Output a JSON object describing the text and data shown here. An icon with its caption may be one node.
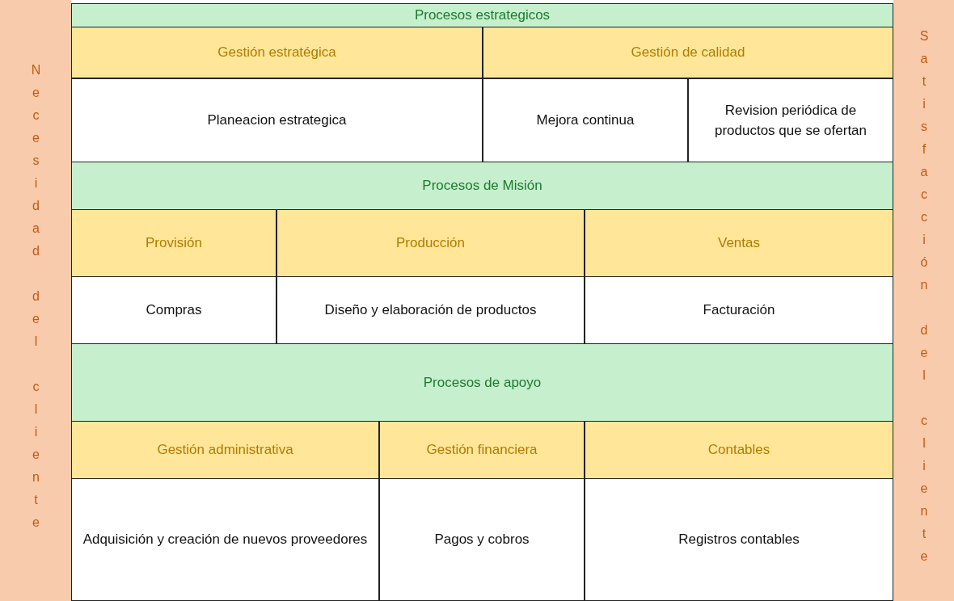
{
  "diagram": {
    "nodes": [
      {
        "text": [
          "Necesidad del cliente"
        ]
      },
      {
        "text": [
          "Procesos estrategicos"
        ]
      },
      {
        "text": [
          "Gestión estratégica"
        ]
      },
      {
        "text": [
          "Gestión de calidad"
        ]
      },
      {
        "text": [
          "Planeacion estrategica"
        ]
      },
      {
        "text": [
          "Mejora continua"
        ]
      },
      {
        "text": [
          "Revision periódica de productos que se ofertan"
        ]
      },
      {
        "text": [
          "Procesos de Misión"
        ]
      },
      {
        "text": [
          "Provisión"
        ]
      },
      {
        "text": [
          "Producción"
        ]
      },
      {
        "text": [
          "Ventas"
        ]
      },
      {
        "text": [
          "Compras"
        ]
      },
      {
        "text": [
          "Diseño y elaboración de productos"
        ]
      },
      {
        "text": [
          "Facturación"
        ]
      },
      {
        "text": [
          "Procesos de apoyo"
        ]
      },
      {
        "text": [
          "Gestión administrativa"
        ]
      },
      {
        "text": [
          "Gestión financiera"
        ]
      },
      {
        "text": [
          "Contables"
        ]
      },
      {
        "text": [
          "Adquisición y creación de nuevos proveedores"
        ]
      },
      {
        "text": [
          "Pagos y cobros"
        ]
      },
      {
        "text": [
          "Registros contables"
        ]
      },
      {
        "text": [
          "Satisfacción del cliente"
        ]
      }
    ],
    "edges": []
  }
}
